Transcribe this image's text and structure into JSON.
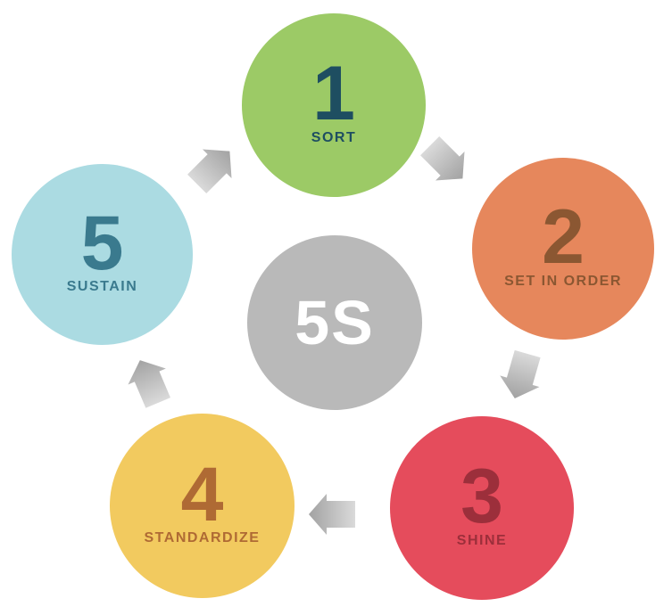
{
  "center": {
    "label": "5S",
    "bg_color": "#B9B9B9",
    "text_color": "#FFFFFF"
  },
  "steps": [
    {
      "number": "1",
      "label": "SORT",
      "bg_color": "#9CCA66",
      "text_color": "#1E4E61"
    },
    {
      "number": "2",
      "label": "SET IN ORDER",
      "bg_color": "#E6875C",
      "text_color": "#8B5732"
    },
    {
      "number": "3",
      "label": "SHINE",
      "bg_color": "#E54C5C",
      "text_color": "#9C2F3B"
    },
    {
      "number": "4",
      "label": "STANDARDIZE",
      "bg_color": "#F2CA5F",
      "text_color": "#AF6A34"
    },
    {
      "number": "5",
      "label": "SUSTAIN",
      "bg_color": "#ABDBE2",
      "text_color": "#3A7A8E"
    }
  ],
  "arrows": {
    "gradient_light": "#DADADA",
    "gradient_dark": "#A2A2A2",
    "connections": [
      "5 to 1",
      "1 to 2",
      "2 to 3",
      "3 to 4",
      "4 to 5"
    ]
  },
  "background_color": "#FFFFFF"
}
